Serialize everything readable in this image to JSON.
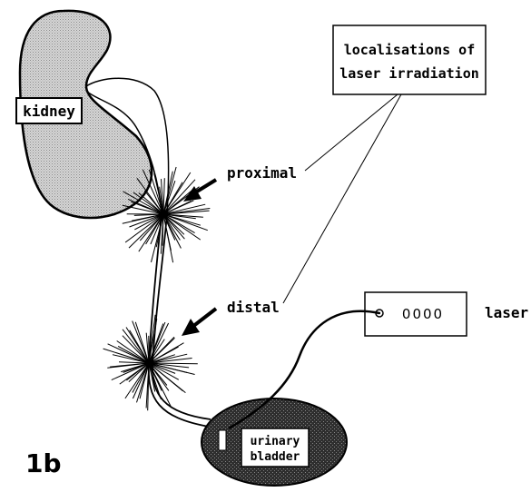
{
  "figure_label": "1b",
  "labels": {
    "kidney": "kidney",
    "proximal": "proximal",
    "distal": "distal",
    "bladder_line1": "urinary",
    "bladder_line2": "bladder",
    "laser": "laser",
    "laser_display": "0000",
    "localisations_line1": "localisations of",
    "localisations_line2": "laser irradiation"
  },
  "icons": {
    "proximal_arrow": "arrow-icon",
    "distal_arrow": "arrow-icon",
    "laser_port": "port-icon"
  },
  "colors": {
    "ink": "#000000",
    "kidney_fill": "#d0d0d0",
    "bladder_fill": "#3a3a3a",
    "paper": "#ffffff"
  }
}
